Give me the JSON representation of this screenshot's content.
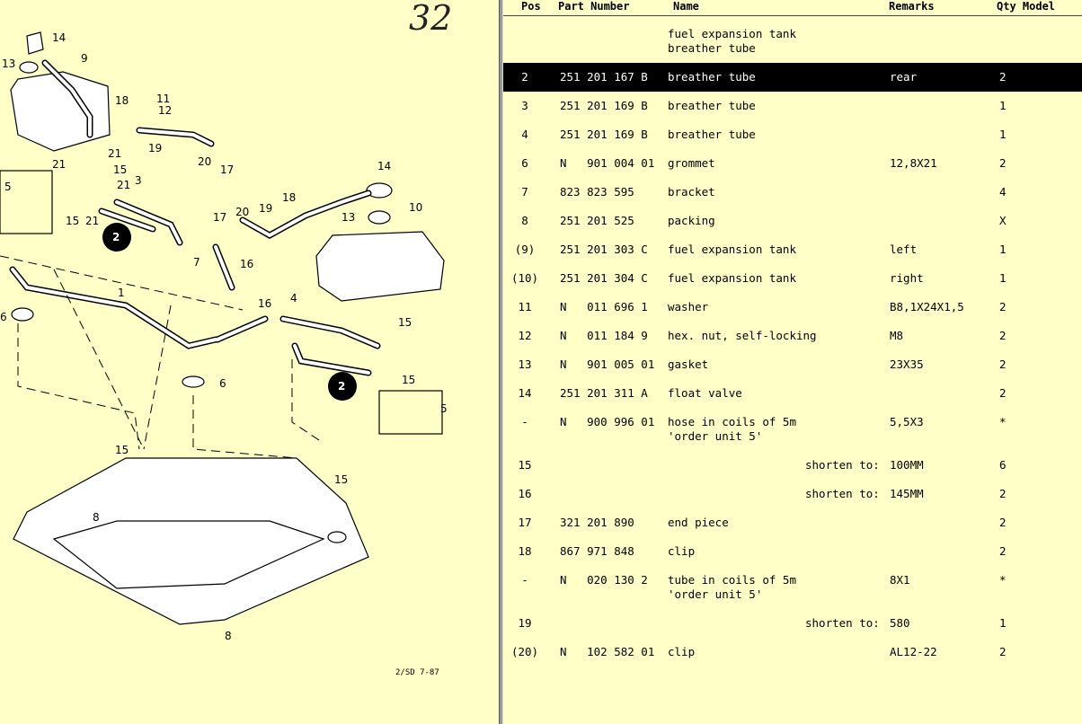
{
  "diagram": {
    "page_number": "32",
    "drawing_code": "2/SD 7-87",
    "callouts": [
      "14",
      "13",
      "9",
      "18",
      "11",
      "12",
      "19",
      "20",
      "17",
      "21",
      "21",
      "15",
      "5",
      "3",
      "15",
      "21",
      "2",
      "7",
      "16",
      "17",
      "20",
      "19",
      "18",
      "14",
      "13",
      "10",
      "1",
      "16",
      "4",
      "6",
      "15",
      "6",
      "2",
      "15",
      "5",
      "15",
      "15",
      "8",
      "8"
    ]
  },
  "header": {
    "pos": "Pos",
    "part_number": "Part Number",
    "name": "Name",
    "remarks": "Remarks",
    "qty_model": "Qty Model"
  },
  "group_title": {
    "line1": "fuel expansion tank",
    "line2": "breather tube"
  },
  "rows": [
    {
      "pos": "2",
      "part": "251 201 167 B",
      "name": "breather tube",
      "name2": "",
      "remarks": "rear",
      "qty": "2",
      "selected": true
    },
    {
      "pos": "3",
      "part": "251 201 169 B",
      "name": "breather tube",
      "name2": "",
      "remarks": "",
      "qty": "1"
    },
    {
      "pos": "4",
      "part": "251 201 169 B",
      "name": "breather tube",
      "name2": "",
      "remarks": "",
      "qty": "1"
    },
    {
      "pos": "6",
      "part": "N   901 004 01",
      "name": "grommet",
      "name2": "",
      "remarks": "12,8X21",
      "qty": "2"
    },
    {
      "pos": "7",
      "part": "823 823 595",
      "name": "bracket",
      "name2": "",
      "remarks": "",
      "qty": "4"
    },
    {
      "pos": "8",
      "part": "251 201 525",
      "name": "packing",
      "name2": "",
      "remarks": "",
      "qty": "X"
    },
    {
      "pos": "(9)",
      "part": "251 201 303 C",
      "name": "fuel expansion tank",
      "name2": "",
      "remarks": "left",
      "qty": "1"
    },
    {
      "pos": "(10)",
      "part": "251 201 304 C",
      "name": "fuel expansion tank",
      "name2": "",
      "remarks": "right",
      "qty": "1"
    },
    {
      "pos": "11",
      "part": "N   011 696 1",
      "name": "washer",
      "name2": "",
      "remarks": "B8,1X24X1,5",
      "qty": "2"
    },
    {
      "pos": "12",
      "part": "N   011 184 9",
      "name": "hex. nut, self-locking",
      "name2": "",
      "remarks": "M8",
      "qty": "2"
    },
    {
      "pos": "13",
      "part": "N   901 005 01",
      "name": "gasket",
      "name2": "",
      "remarks": "23X35",
      "qty": "2"
    },
    {
      "pos": "14",
      "part": "251 201 311 A",
      "name": "float valve",
      "name2": "",
      "remarks": "",
      "qty": "2"
    },
    {
      "pos": "-",
      "part": "N   900 996 01",
      "name": "hose in coils of 5m",
      "name2": "'order unit 5'",
      "remarks": "5,5X3",
      "qty": "*"
    },
    {
      "pos": "15",
      "part": "",
      "name": "",
      "shorten": "shorten to:",
      "remarks": "100MM",
      "qty": "6"
    },
    {
      "pos": "16",
      "part": "",
      "name": "",
      "shorten": "shorten to:",
      "remarks": "145MM",
      "qty": "2"
    },
    {
      "pos": "17",
      "part": "321 201 890",
      "name": "end piece",
      "name2": "",
      "remarks": "",
      "qty": "2"
    },
    {
      "pos": "18",
      "part": "867 971 848",
      "name": "clip",
      "name2": "",
      "remarks": "",
      "qty": "2"
    },
    {
      "pos": "-",
      "part": "N   020 130 2",
      "name": "tube in coils of 5m",
      "name2": "'order unit 5'",
      "remarks": "8X1",
      "qty": "*"
    },
    {
      "pos": "19",
      "part": "",
      "name": "",
      "shorten": "shorten to:",
      "remarks": "580",
      "qty": "1"
    },
    {
      "pos": "(20)",
      "part": "N   102 582 01",
      "name": "clip",
      "name2": "",
      "remarks": "AL12-22",
      "qty": "2"
    }
  ]
}
